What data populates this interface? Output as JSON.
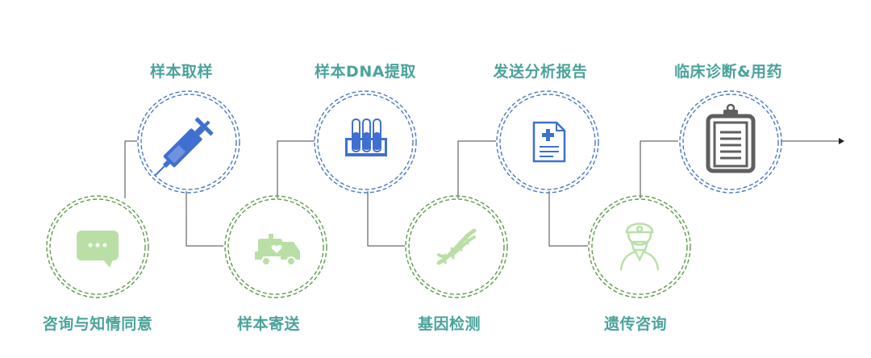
{
  "colors": {
    "label_teal": "#4aa39b",
    "upper_ring_blue": "#4b78c8",
    "lower_ring_green": "#5f9a4c",
    "connector_gray": "#444444",
    "icon_blue": "#3f6fd1",
    "icon_light_green": "#b9dfa6",
    "icon_gray": "#5f5f5f"
  },
  "flow": {
    "steps": [
      {
        "id": "consult",
        "label": "咨询与知情同意",
        "icon": "chat-bubble-icon",
        "row": "lower"
      },
      {
        "id": "sampling",
        "label": "样本取样",
        "icon": "syringe-icon",
        "row": "upper"
      },
      {
        "id": "shipping",
        "label": "样本寄送",
        "icon": "ambulance-icon",
        "row": "lower"
      },
      {
        "id": "dna",
        "label": "样本DNA提取",
        "icon": "test-tubes-icon",
        "row": "upper"
      },
      {
        "id": "detect",
        "label": "基因检测",
        "icon": "dna-icon",
        "row": "lower"
      },
      {
        "id": "report",
        "label": "发送分析报告",
        "icon": "medical-report-icon",
        "row": "upper"
      },
      {
        "id": "counsel",
        "label": "遗传咨询",
        "icon": "doctor-icon",
        "row": "lower"
      },
      {
        "id": "treat",
        "label": "临床诊断&用药",
        "icon": "clipboard-icon",
        "row": "upper"
      }
    ]
  }
}
